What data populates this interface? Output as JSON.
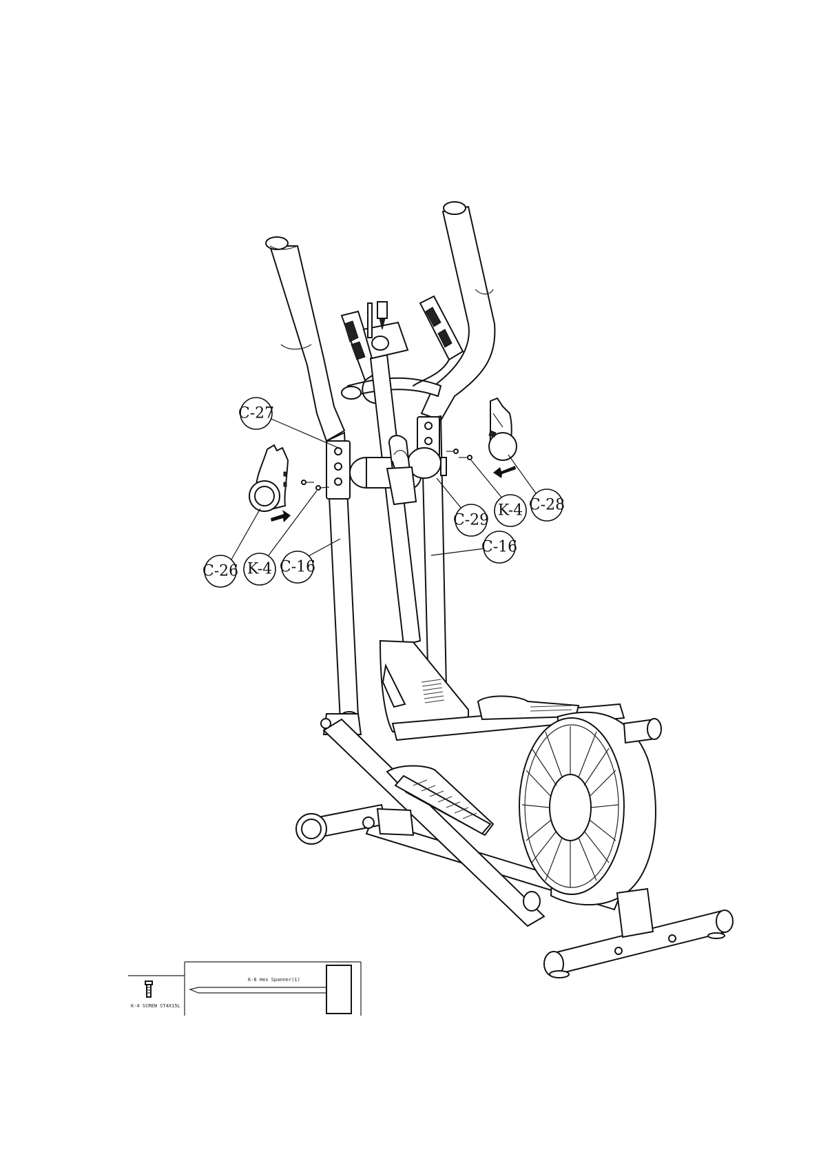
{
  "callouts": [
    {
      "id": "c27",
      "label": "C-27"
    },
    {
      "id": "c26",
      "label": "C-26"
    },
    {
      "id": "k4a",
      "label": "K-4"
    },
    {
      "id": "c16a",
      "label": "C-16"
    },
    {
      "id": "c29",
      "label": "C-29"
    },
    {
      "id": "k4b",
      "label": "K-4"
    },
    {
      "id": "c28",
      "label": "C-28"
    },
    {
      "id": "c16b",
      "label": "C-16"
    }
  ],
  "hardware": {
    "screw_label": "K-4 SCREW ST4X15L",
    "spanner_label": "K-8 Hex Spanner(1)"
  }
}
